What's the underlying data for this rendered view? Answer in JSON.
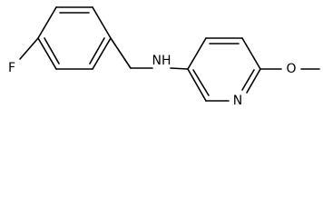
{
  "molecule": {
    "atom_labels": {
      "fluorine": "F",
      "amine": "NH",
      "pyridine_nitrogen": "N",
      "methoxy_oxygen": "O"
    }
  }
}
